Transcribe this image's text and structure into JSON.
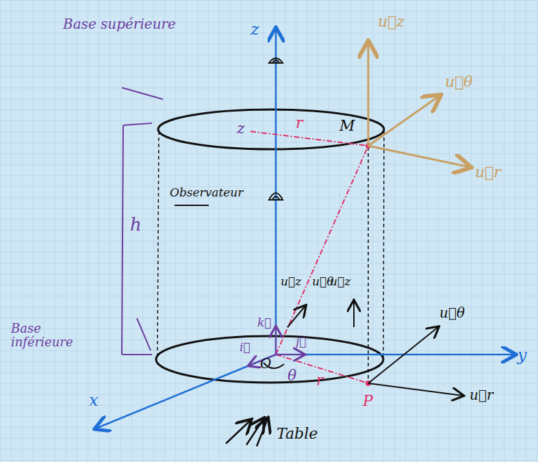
{
  "diagram": {
    "labels": [
      "Base supérieure",
      "z",
      "u⃗z",
      "u⃗θ",
      "u⃗r",
      "z",
      "r",
      "M",
      "h",
      "Observateur",
      "Base inférieure",
      "k⃗",
      "u⃗z",
      "u⃗θ",
      "u⃗z",
      "j⃗",
      "i⃗",
      "O",
      "θ",
      "r",
      "P",
      "u⃗θ",
      "u⃗r",
      "x",
      "y",
      "Table"
    ]
  }
}
